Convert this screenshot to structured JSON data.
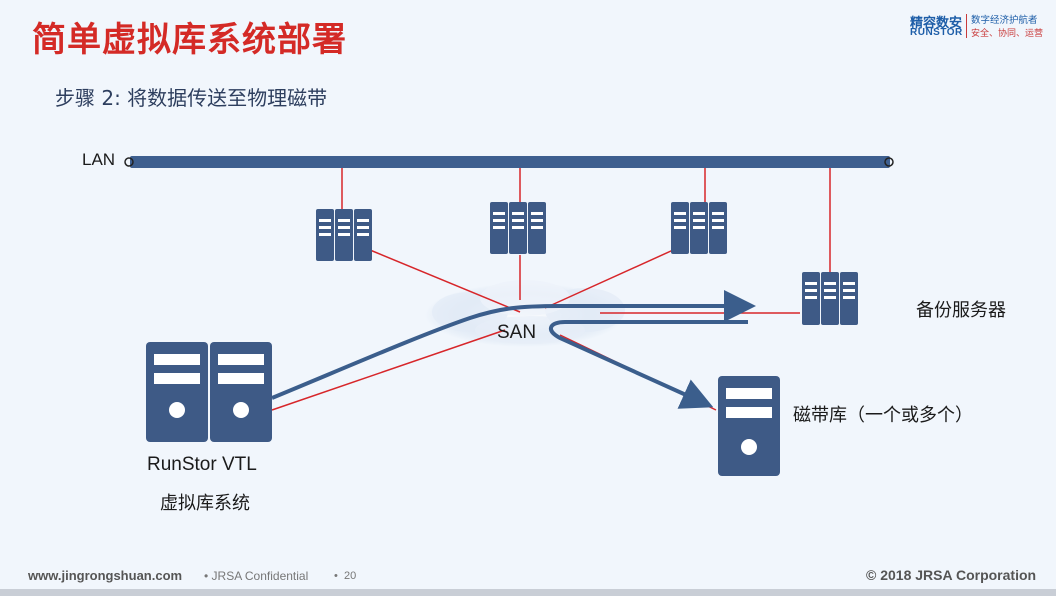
{
  "title": "简单虚拟库系统部署",
  "subtitle": "步骤 2:  将数据传送至物理磁带",
  "logo": {
    "name_cn": "精容数安",
    "name_en": "RUNSTOR",
    "tagline_1": "数字经济护航者",
    "tagline_2": "安全、协同、运营",
    "brand_color": "#1e5ea8",
    "accent_color": "#c93b3b"
  },
  "diagram": {
    "lan_label": "LAN",
    "san_label": "SAN",
    "backup_server_label": "备份服务器",
    "tape_library_label": "磁带库（一个或多个）",
    "vtl_label": "RunStor VTL",
    "vtl_label_cn": "虚拟库系统",
    "colors": {
      "bus": "#3e5f8f",
      "server": "#3e5a86",
      "link": "#d7262a",
      "flow": "#3b5e8c"
    }
  },
  "footer": {
    "url": "www.jingrongshuan.com",
    "confidential": "JRSA Confidential",
    "page": "20",
    "copyright": "© 2018 JRSA  Corporation"
  }
}
